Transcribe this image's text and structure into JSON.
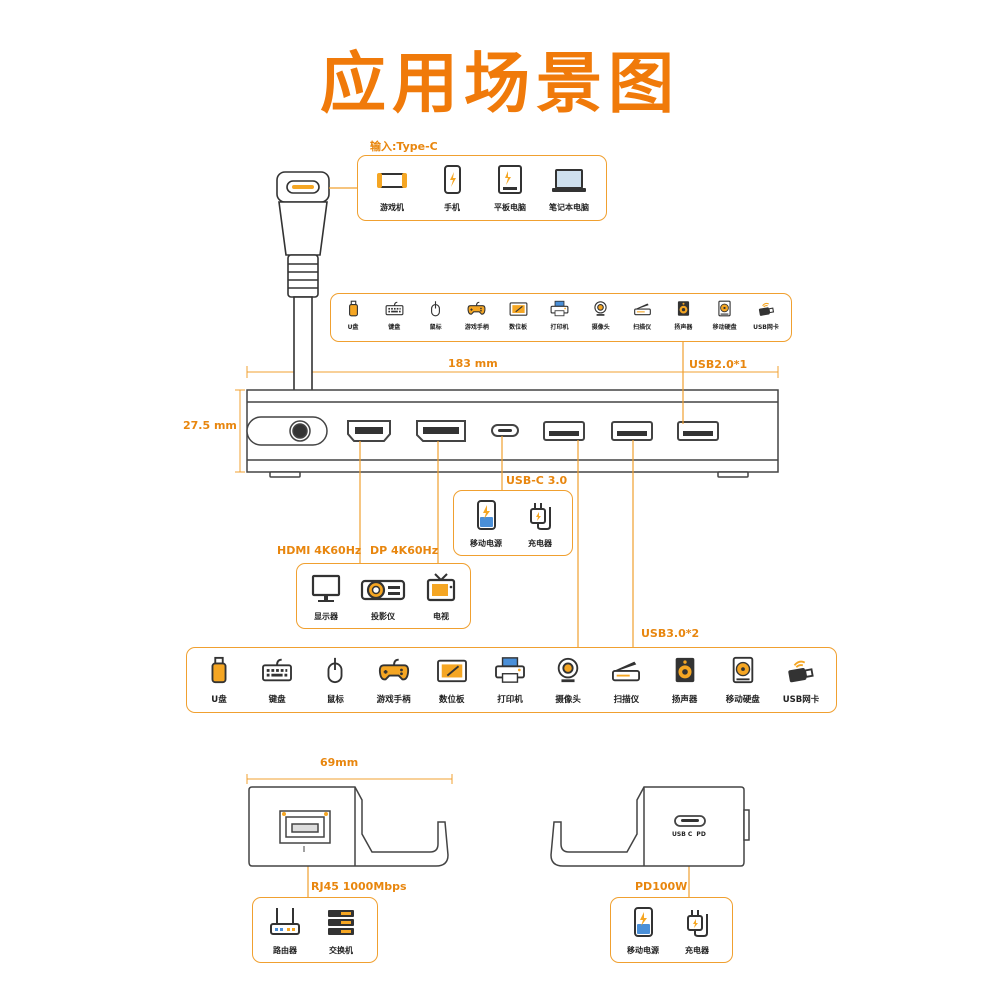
{
  "title": "应用场景图",
  "colors": {
    "accent": "#f07a0a",
    "line": "#f0a030",
    "device": "#555555",
    "bolt": "#f5a623"
  },
  "input": {
    "label": "输入:Type-C",
    "devices": [
      {
        "icon": "game-console-icon",
        "label": "游戏机"
      },
      {
        "icon": "phone-icon",
        "label": "手机"
      },
      {
        "icon": "tablet-icon",
        "label": "平板电脑"
      },
      {
        "icon": "laptop-icon",
        "label": "笔记本电脑"
      }
    ]
  },
  "usb2": {
    "label": "USB2.0*1",
    "devices": [
      {
        "icon": "usb-drive-icon",
        "label": "U盘"
      },
      {
        "icon": "keyboard-icon",
        "label": "键盘"
      },
      {
        "icon": "mouse-icon",
        "label": "鼠标"
      },
      {
        "icon": "gamepad-icon",
        "label": "游戏手柄"
      },
      {
        "icon": "drawing-tablet-icon",
        "label": "数位板"
      },
      {
        "icon": "printer-icon",
        "label": "打印机"
      },
      {
        "icon": "webcam-icon",
        "label": "摄像头"
      },
      {
        "icon": "scanner-icon",
        "label": "扫描仪"
      },
      {
        "icon": "speaker-icon",
        "label": "扬声器"
      },
      {
        "icon": "hard-drive-icon",
        "label": "移动硬盘"
      },
      {
        "icon": "wifi-adapter-icon",
        "label": "USB网卡"
      }
    ]
  },
  "dimensions": {
    "width": "183 mm",
    "height": "27.5 mm",
    "depth": "69mm"
  },
  "usbc": {
    "label": "USB-C 3.0",
    "devices": [
      {
        "icon": "power-bank-icon",
        "label": "移动电源"
      },
      {
        "icon": "charger-icon",
        "label": "充电器"
      }
    ]
  },
  "video": {
    "hdmi_label": "HDMI 4K60Hz",
    "dp_label": "DP 4K60Hz",
    "devices": [
      {
        "icon": "monitor-icon",
        "label": "显示器"
      },
      {
        "icon": "projector-icon",
        "label": "投影仪"
      },
      {
        "icon": "tv-icon",
        "label": "电视"
      }
    ]
  },
  "usb3": {
    "label": "USB3.0*2",
    "devices": [
      {
        "icon": "usb-drive-icon",
        "label": "U盘"
      },
      {
        "icon": "keyboard-icon",
        "label": "键盘"
      },
      {
        "icon": "mouse-icon",
        "label": "鼠标"
      },
      {
        "icon": "gamepad-icon",
        "label": "游戏手柄"
      },
      {
        "icon": "drawing-tablet-icon",
        "label": "数位板"
      },
      {
        "icon": "printer-icon",
        "label": "打印机"
      },
      {
        "icon": "webcam-icon",
        "label": "摄像头"
      },
      {
        "icon": "scanner-icon",
        "label": "扫描仪"
      },
      {
        "icon": "speaker-icon",
        "label": "扬声器"
      },
      {
        "icon": "hard-drive-icon",
        "label": "移动硬盘"
      },
      {
        "icon": "wifi-adapter-icon",
        "label": "USB网卡"
      }
    ]
  },
  "rj45": {
    "label": "RJ45 1000Mbps",
    "devices": [
      {
        "icon": "router-icon",
        "label": "路由器"
      },
      {
        "icon": "switch-icon",
        "label": "交换机"
      }
    ]
  },
  "pd": {
    "label": "PD100W",
    "port_text": "USB C  PD",
    "devices": [
      {
        "icon": "power-bank-icon",
        "label": "移动电源"
      },
      {
        "icon": "charger-icon",
        "label": "充电器"
      }
    ]
  }
}
